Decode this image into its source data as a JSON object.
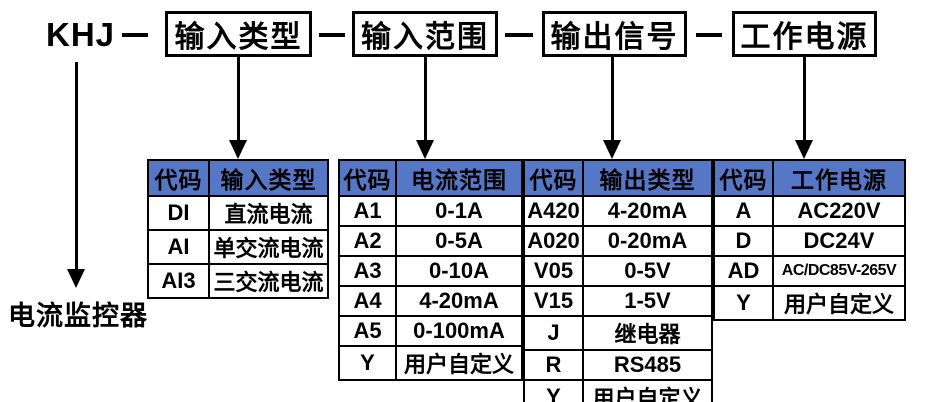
{
  "model": {
    "prefix": "KHJ",
    "prefix_label": "电流监控器",
    "segments": [
      {
        "label": "输入类型"
      },
      {
        "label": "输入范围"
      },
      {
        "label": "输出信号"
      },
      {
        "label": "工作电源"
      }
    ]
  },
  "tables": [
    {
      "name": "input-type",
      "headers": [
        "代码",
        "输入类型"
      ],
      "rows": [
        [
          "DI",
          "直流电流"
        ],
        [
          "AI",
          "单交流电流"
        ],
        [
          "AI3",
          "三交流电流"
        ]
      ]
    },
    {
      "name": "current-range",
      "headers": [
        "代码",
        "电流范围"
      ],
      "rows": [
        [
          "A1",
          "0-1A"
        ],
        [
          "A2",
          "0-5A"
        ],
        [
          "A3",
          "0-10A"
        ],
        [
          "A4",
          "4-20mA"
        ],
        [
          "A5",
          "0-100mA"
        ],
        [
          "Y",
          "用户自定义"
        ]
      ]
    },
    {
      "name": "output-type",
      "headers": [
        "代码",
        "输出类型"
      ],
      "rows": [
        [
          "A420",
          "4-20mA"
        ],
        [
          "A020",
          "0-20mA"
        ],
        [
          "V05",
          "0-5V"
        ],
        [
          "V15",
          "1-5V"
        ],
        [
          "J",
          "继电器"
        ],
        [
          "R",
          "RS485"
        ],
        [
          "Y",
          "用户自定义"
        ]
      ]
    },
    {
      "name": "power-supply",
      "headers": [
        "代码",
        "工作电源"
      ],
      "rows": [
        [
          "A",
          "AC220V"
        ],
        [
          "D",
          "DC24V"
        ],
        [
          "AD",
          "AC/DC85V-265V"
        ],
        [
          "Y",
          "用户自定义"
        ]
      ]
    }
  ],
  "colors": {
    "header_bg": "#5577c5",
    "line": "#000000",
    "background": "#ffffff"
  }
}
